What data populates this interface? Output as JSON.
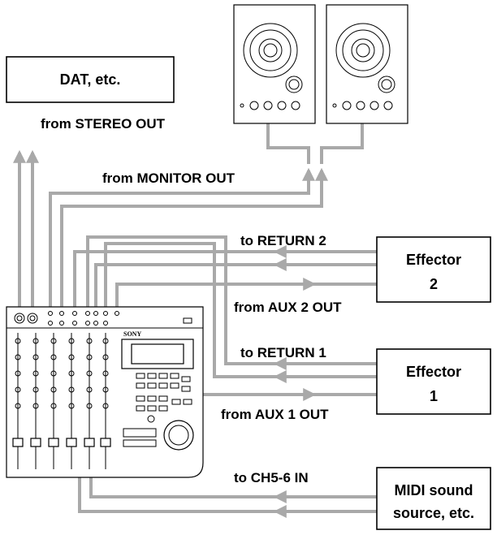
{
  "boxes": {
    "dat": "DAT, etc.",
    "effector2": [
      "Effector",
      "2"
    ],
    "effector1": [
      "Effector",
      "1"
    ],
    "midi": [
      "MIDI sound",
      "source, etc."
    ]
  },
  "labels": {
    "stereo_out": "from STEREO OUT",
    "monitor_out": "from MONITOR OUT",
    "return2": "to RETURN 2",
    "aux2_out": "from AUX 2 OUT",
    "return1": "to RETURN 1",
    "aux1_out": "from AUX 1 OUT",
    "ch56_in": "to CH5-6 IN"
  },
  "mixer": {
    "brand": "SONY"
  },
  "colors": {
    "cable": "#a9a9a9",
    "outline": "#000000",
    "background": "#ffffff"
  }
}
